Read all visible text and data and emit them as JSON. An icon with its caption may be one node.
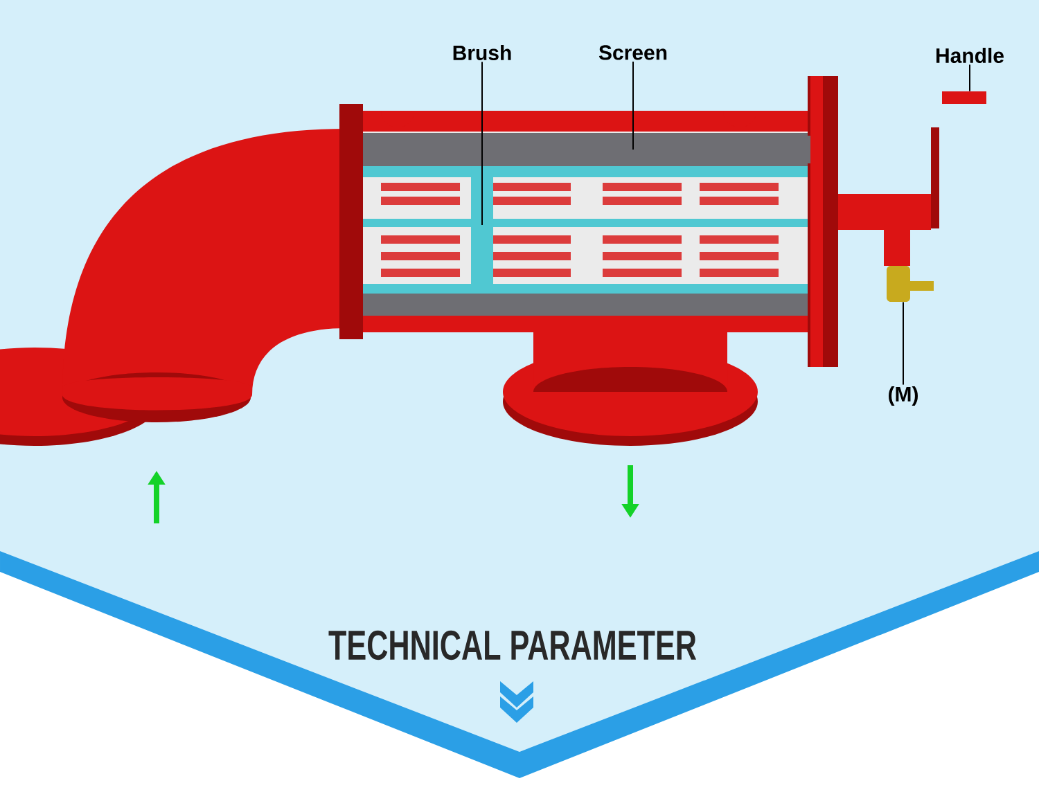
{
  "diagram": {
    "title": "TECHNICAL PARAMETER",
    "nodes": [
      {
        "text": [
          "Brush"
        ]
      },
      {
        "text": [
          "Screen"
        ]
      },
      {
        "text": [
          "Handle"
        ]
      },
      {
        "text": [
          "(M)"
        ]
      },
      {
        "text": [],
        "shape": "bar"
      },
      {
        "text": [],
        "shape": "bar"
      },
      {
        "text": [],
        "shape": "bar"
      },
      {
        "text": [],
        "shape": "cylinder"
      }
    ],
    "edges": [
      {
        "from": 0,
        "to": 4,
        "arrow": "none"
      },
      {
        "from": 1,
        "to": 5,
        "arrow": "none"
      },
      {
        "from": 2,
        "to": 6,
        "arrow": "none"
      },
      {
        "from": 3,
        "to": 7,
        "arrow": "none"
      }
    ]
  }
}
